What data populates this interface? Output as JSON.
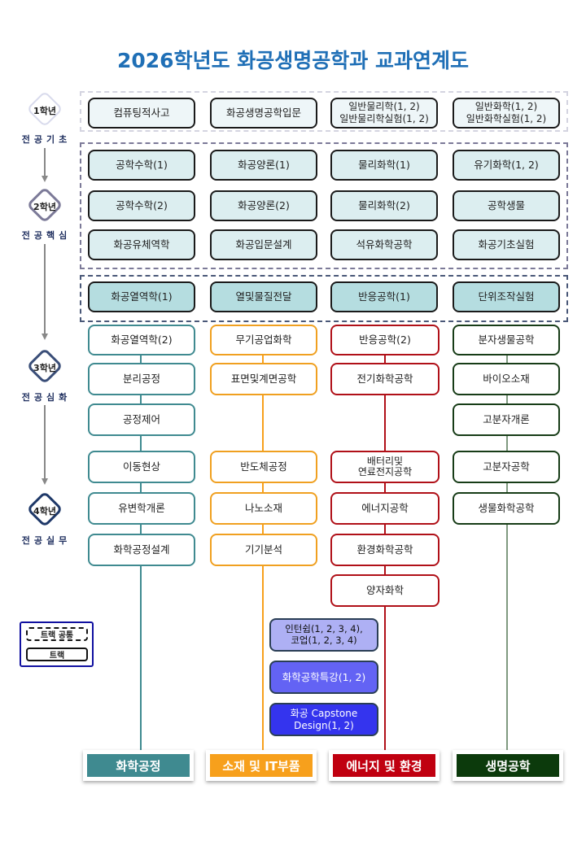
{
  "title": "2026학년도 화공생명공학과 교과연계도",
  "years": [
    {
      "badge": "1학년",
      "label": "전공기초"
    },
    {
      "badge": "2학년",
      "label": "전공핵심"
    },
    {
      "badge": "3학년",
      "label": "전공심화"
    },
    {
      "badge": "4학년",
      "label": "전공실무"
    }
  ],
  "common_foundation": [
    "컴퓨팅적사고",
    "화공생명공학입문",
    "일반물리학(1, 2)\n일반물리학실험(1, 2)",
    "일반화학(1, 2)\n일반화학실험(1, 2)"
  ],
  "common_core": [
    [
      "공학수학(1)",
      "화공양론(1)",
      "물리화학(1)",
      "유기화학(1, 2)"
    ],
    [
      "공학수학(2)",
      "화공양론(2)",
      "물리화학(2)",
      "공학생물"
    ],
    [
      "화공유체역학",
      "화공입문설계",
      "석유화학공학",
      "화공기초실험"
    ]
  ],
  "common_advanced": [
    "화공열역학(1)",
    "열및물질전달",
    "반응공학(1)",
    "단위조작실험"
  ],
  "tracks": [
    {
      "name": "화학공정",
      "color": "#3f8a90",
      "courses": [
        "화공열역학(2)",
        "분리공정",
        "공정제어",
        "이동현상",
        "유변학개론",
        "화학공정설계"
      ]
    },
    {
      "name": "소재 및 IT부품",
      "color": "#f7a01c",
      "courses": [
        "무기공업화학",
        "표면및계면공학",
        "반도체공정",
        "나노소재",
        "기기분석"
      ]
    },
    {
      "name": "에너지 및 환경",
      "color": "#c00010",
      "courses": [
        "반응공학(2)",
        "전기화학공학",
        "배터리및\n연료전지공학",
        "에너지공학",
        "환경화학공학",
        "양자화학"
      ]
    },
    {
      "name": "생명공학",
      "color": "#0c3a0c",
      "courses": [
        "분자생물공학",
        "바이오소재",
        "고분자개론",
        "고분자공학",
        "생물화학공학"
      ]
    }
  ],
  "special": [
    "인턴쉽(1, 2, 3, 4),\n코업(1, 2, 3, 4)",
    "화학공학특강(1, 2)",
    "화공 Capstone\nDesign(1, 2)"
  ],
  "legend": {
    "common": "트랙 공통",
    "track": "트랙"
  }
}
